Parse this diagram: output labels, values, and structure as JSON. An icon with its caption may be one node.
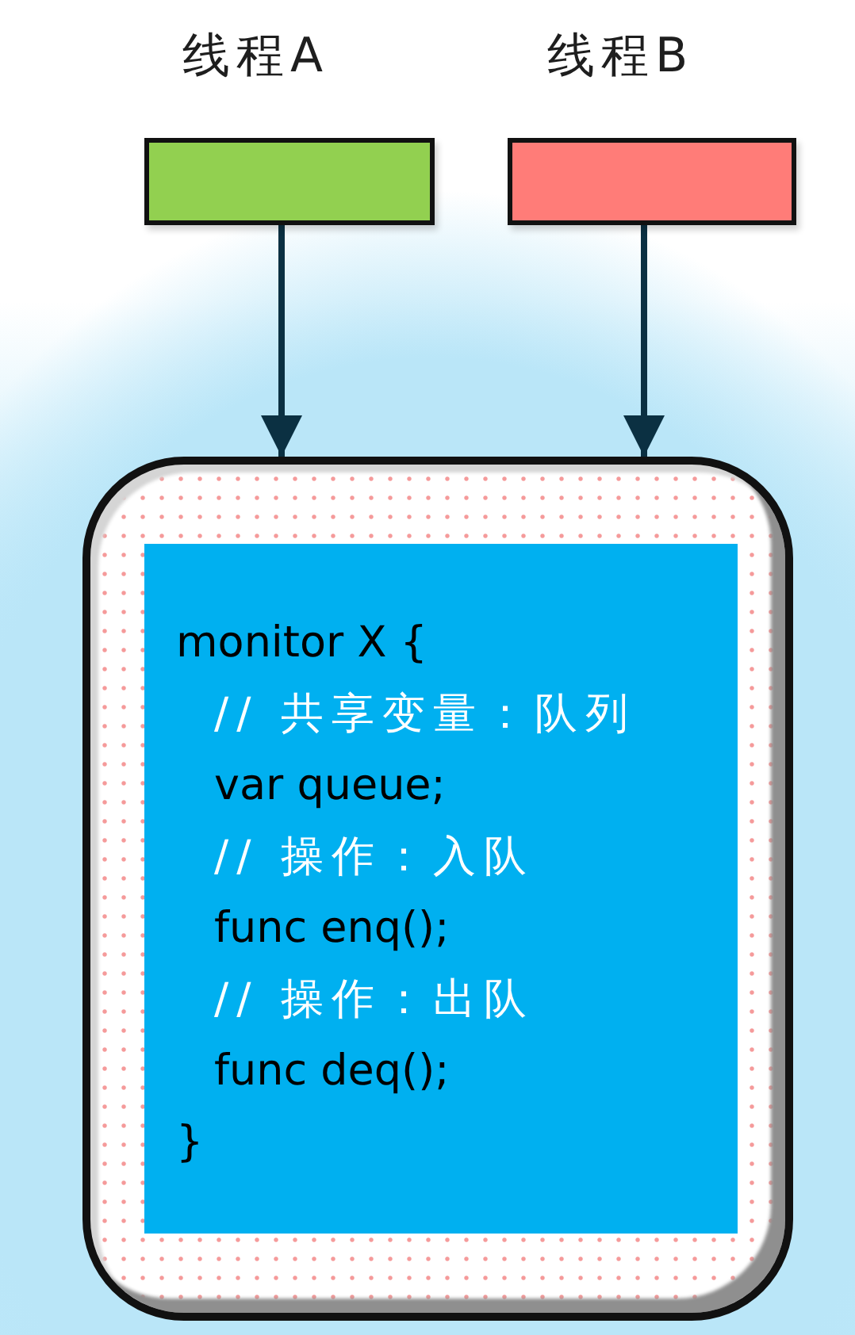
{
  "diagram": {
    "nodes": [
      {
        "text": [
          "线程A"
        ]
      },
      {
        "text": [
          "线程B"
        ]
      },
      {
        "text": [],
        "shape": "box"
      },
      {
        "text": [
          "monitor X {",
          "// 共享变量：队列",
          "var queue;",
          "// 操作：入队",
          "func enq();",
          "// 操作：出队",
          "func deq();",
          "}"
        ],
        "in": 2
      }
    ],
    "edges": [
      {
        "from": 0,
        "to": 2,
        "arrow": "to"
      },
      {
        "from": 1,
        "to": 2,
        "arrow": "to"
      }
    ]
  }
}
